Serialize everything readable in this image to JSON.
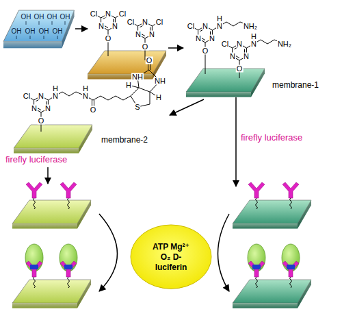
{
  "diagram": {
    "nodes": [
      {
        "text": [
          "ATP Mg²⁺ O₂ D-luciferin"
        ]
      }
    ],
    "labels": [
      "OH",
      "OH",
      "OH",
      "OH",
      "OH",
      "OH",
      "OH",
      "OH",
      "Cl",
      "N",
      "Cl",
      "N",
      "N",
      "O",
      "Cl",
      "N",
      "Cl",
      "N",
      "N",
      "O",
      "Cl",
      "N",
      "N",
      "H",
      "NH₂",
      "N",
      "N",
      "O",
      "Cl",
      "N",
      "N",
      "H",
      "NH₂",
      "N",
      "N",
      "O",
      "membrane-1",
      "Cl",
      "N",
      "N",
      "H",
      "N",
      "N",
      "O",
      "H",
      "N",
      "O",
      "NH",
      "O",
      "NH",
      "H",
      "H",
      "S",
      "membrane-2",
      "firefly luciferase",
      "firefly luciferase"
    ]
  }
}
